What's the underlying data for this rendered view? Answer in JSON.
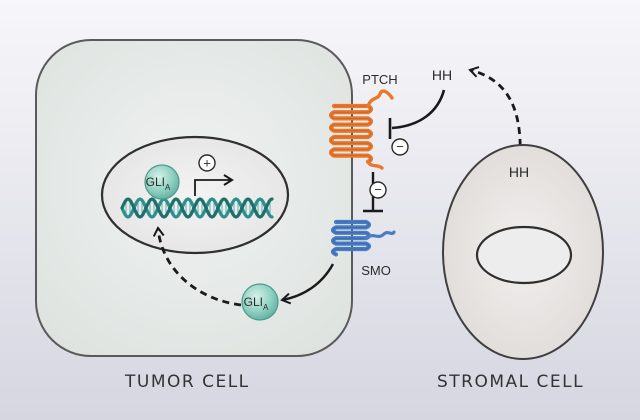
{
  "labels": {
    "ptch": "PTCH",
    "smo": "SMO",
    "hh_ligand": "HH",
    "hh_stromal": "HH",
    "gli_nucleus_main": "GLI",
    "gli_nucleus_sub": "A",
    "gli_cyto_main": "GLI",
    "gli_cyto_sub": "A",
    "plus_sign": "+",
    "minus_sign_ptch": "−",
    "minus_sign_smo": "−",
    "tumor_cell": "TUMOR CELL",
    "stromal_cell": "STROMAL CELL"
  },
  "colors": {
    "background_top": "#f6f6f8",
    "background_bottom": "#dadae4",
    "tumor_cell_fill": "#e7ebe9",
    "stromal_cell_fill": "#ece9e7",
    "ptch_orange": "#e8782e",
    "smo_blue": "#4a7cc4",
    "gli_teal": "#7ec8b8",
    "dna_teal": "#2e8f8c",
    "outline": "#555555"
  }
}
